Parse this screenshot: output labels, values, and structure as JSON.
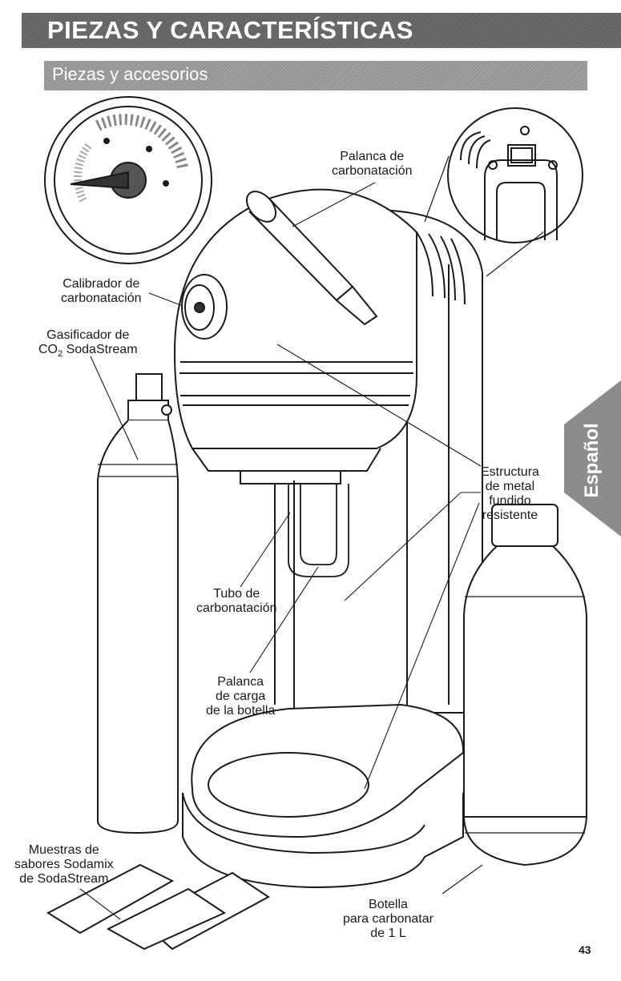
{
  "header": {
    "title": "PIEZAS Y CARACTERÍSTICAS",
    "section": "Piezas y accesorios"
  },
  "side_tab": {
    "label": "Español",
    "color": "#8c8c8c"
  },
  "callouts": {
    "carbonation_lever": [
      "Palanca de",
      "carbonatación"
    ],
    "carbonation_gauge": [
      "Calibrador de",
      "carbonatación"
    ],
    "co2_carbonator_line1": "Gasificador de",
    "co2_carbonator_co2": "CO",
    "co2_carbonator_sub": "2",
    "co2_carbonator_brand": "SodaStream",
    "metal_structure": [
      "Estructura",
      "de metal",
      "fundido",
      "resistente"
    ],
    "carbonation_tube": [
      "Tubo de",
      "carbonatación"
    ],
    "bottle_lever": [
      "Palanca",
      "de carga",
      "de la botella"
    ],
    "flavor_samples": [
      "Muestras de",
      "sabores Sodamix",
      "de SodaStream"
    ],
    "bottle": [
      "Botella",
      "para carbonatar",
      "de 1 L"
    ]
  },
  "page_number": "43"
}
